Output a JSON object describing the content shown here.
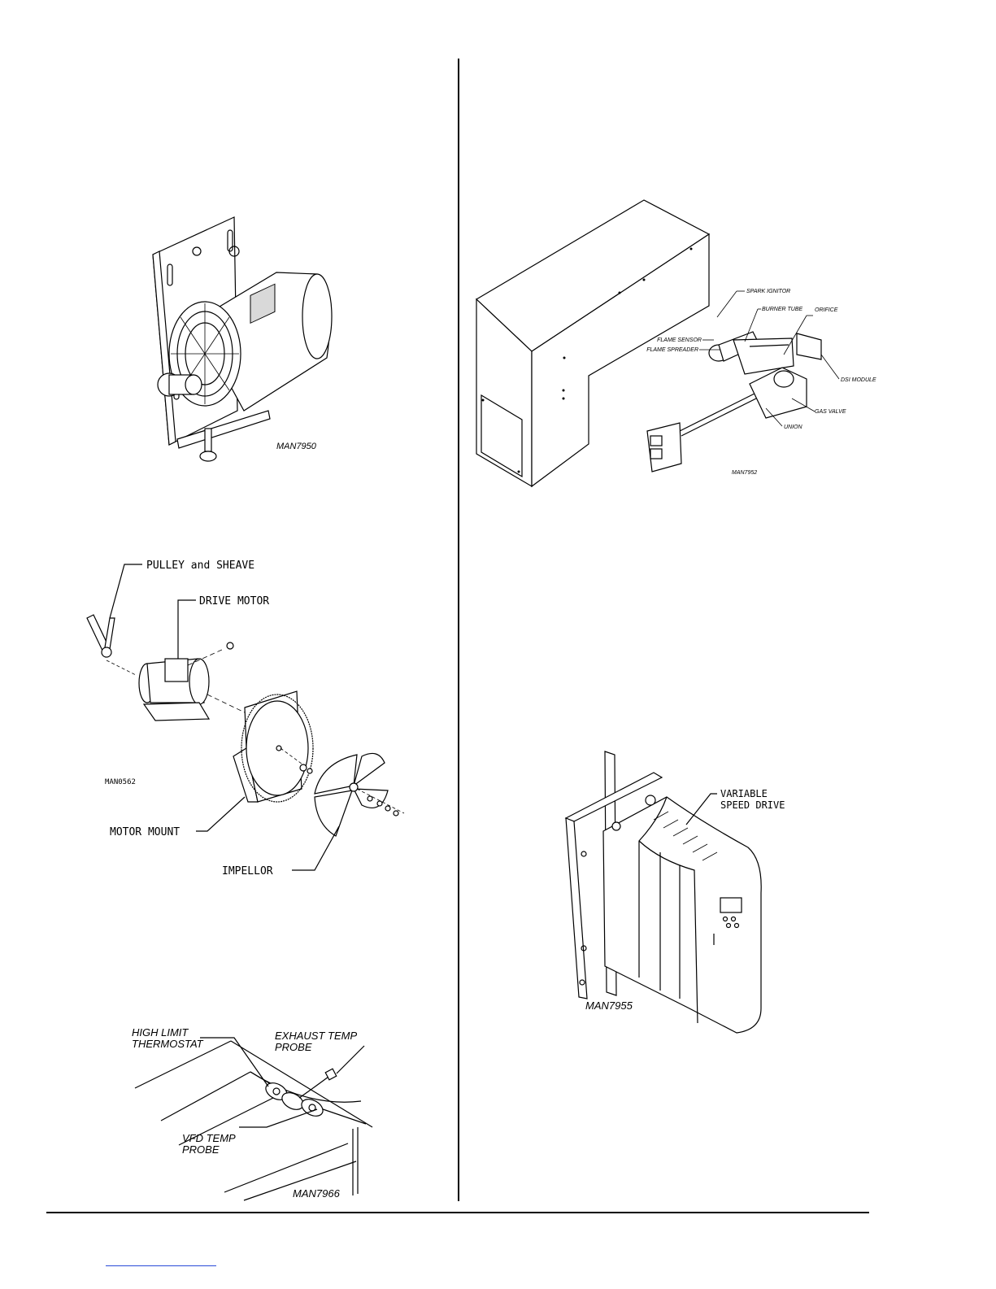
{
  "figures": {
    "motor": {
      "code": "MAN7950"
    },
    "burner": {
      "code": "MAN7952",
      "labels": {
        "spark_ignitor": "SPARK IGNITOR",
        "burner_tube": "BURNER TUBE",
        "orifice": "ORIFICE",
        "flame_sensor": "FLAME SENSOR",
        "flame_spreader": "FLAME SPREADER",
        "dsi_module": "DSI MODULE",
        "gas_valve": "GAS VALVE",
        "union": "UNION"
      }
    },
    "blower": {
      "code": "MAN0562",
      "labels": {
        "pulley": "PULLEY and SHEAVE",
        "drive_motor": "DRIVE MOTOR",
        "motor_mount": "MOTOR MOUNT",
        "impellor": "IMPELLOR"
      }
    },
    "vfd": {
      "code": "MAN7955",
      "label_line1": "VARIABLE",
      "label_line2": "SPEED DRIVE"
    },
    "probes": {
      "code": "MAN7966",
      "high_limit_1": "HIGH LIMIT",
      "high_limit_2": "THERMOSTAT",
      "exhaust_1": "EXHAUST TEMP",
      "exhaust_2": "PROBE",
      "vfd_probe_1": "VFD TEMP",
      "vfd_probe_2": "PROBE"
    }
  }
}
